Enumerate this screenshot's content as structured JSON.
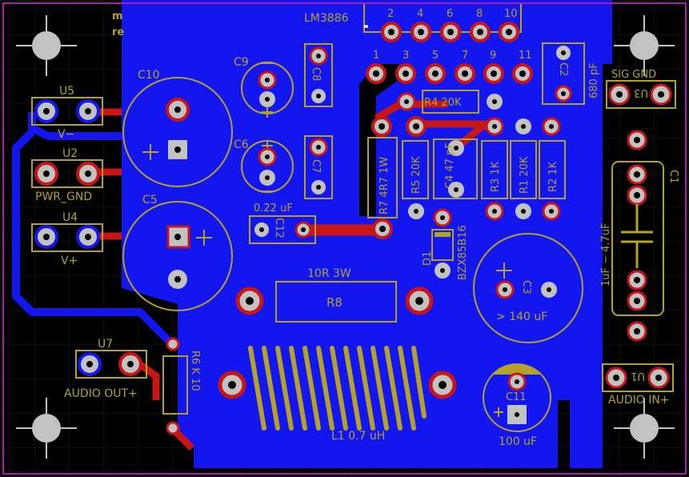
{
  "colors": {
    "background": "#000000",
    "grid": "#1c1c1c",
    "board_outline": "#b01aa8",
    "copper_fill": "#1416f0",
    "red_trace": "#c81515",
    "silkscreen": "#b3a12a",
    "pad": "#c2c2c2",
    "hole": "#000000"
  },
  "header_text": {
    "line1": "m",
    "line2": "re"
  },
  "chip": {
    "name": "LM3886",
    "top_pins": [
      "2",
      "4",
      "6",
      "8",
      "10"
    ],
    "bottom_pins": [
      "1",
      "3",
      "5",
      "7",
      "9",
      "11"
    ]
  },
  "connectors": {
    "u5": {
      "ref": "U5",
      "label": "V−"
    },
    "u2": {
      "ref": "U2",
      "label": "PWR_GND"
    },
    "u4": {
      "ref": "U4",
      "label": "V+"
    },
    "u7": {
      "ref": "U7",
      "label": "AUDIO OUT+"
    },
    "u3": {
      "ref": "U3",
      "label": "SIG   GND"
    },
    "u1": {
      "ref": "U1",
      "label": "AUDIO IN+"
    }
  },
  "components": {
    "c10": "C10",
    "c5": "C5",
    "c9": "C9",
    "c6": "C6",
    "c8": "C8",
    "c7": "C7",
    "c12_ref": "C12",
    "c12_value": "0.22 uF",
    "c2_ref": "C2",
    "c2_value": "680 pF",
    "r4": "R4  20K",
    "r7": "R7  4R7  1W",
    "r5": "R5  20K",
    "c4": "C4    47 pF",
    "r3": "R3   1K",
    "r1": "R1  20K",
    "r2": "R2  1K",
    "c1_ref": "C1",
    "c1_value": "1uF  −  4.7uF",
    "d1_ref": "D1",
    "d1_value": "BZX85B16",
    "c3_ref": "C3",
    "c3_value": "> 140 uF",
    "r8_ref": "R8",
    "r8_value": "10R  3W",
    "r6": "R6  K  10",
    "l1": "L1   0.7 uH",
    "c11_ref": "C11",
    "c11_value": "100 uF"
  }
}
